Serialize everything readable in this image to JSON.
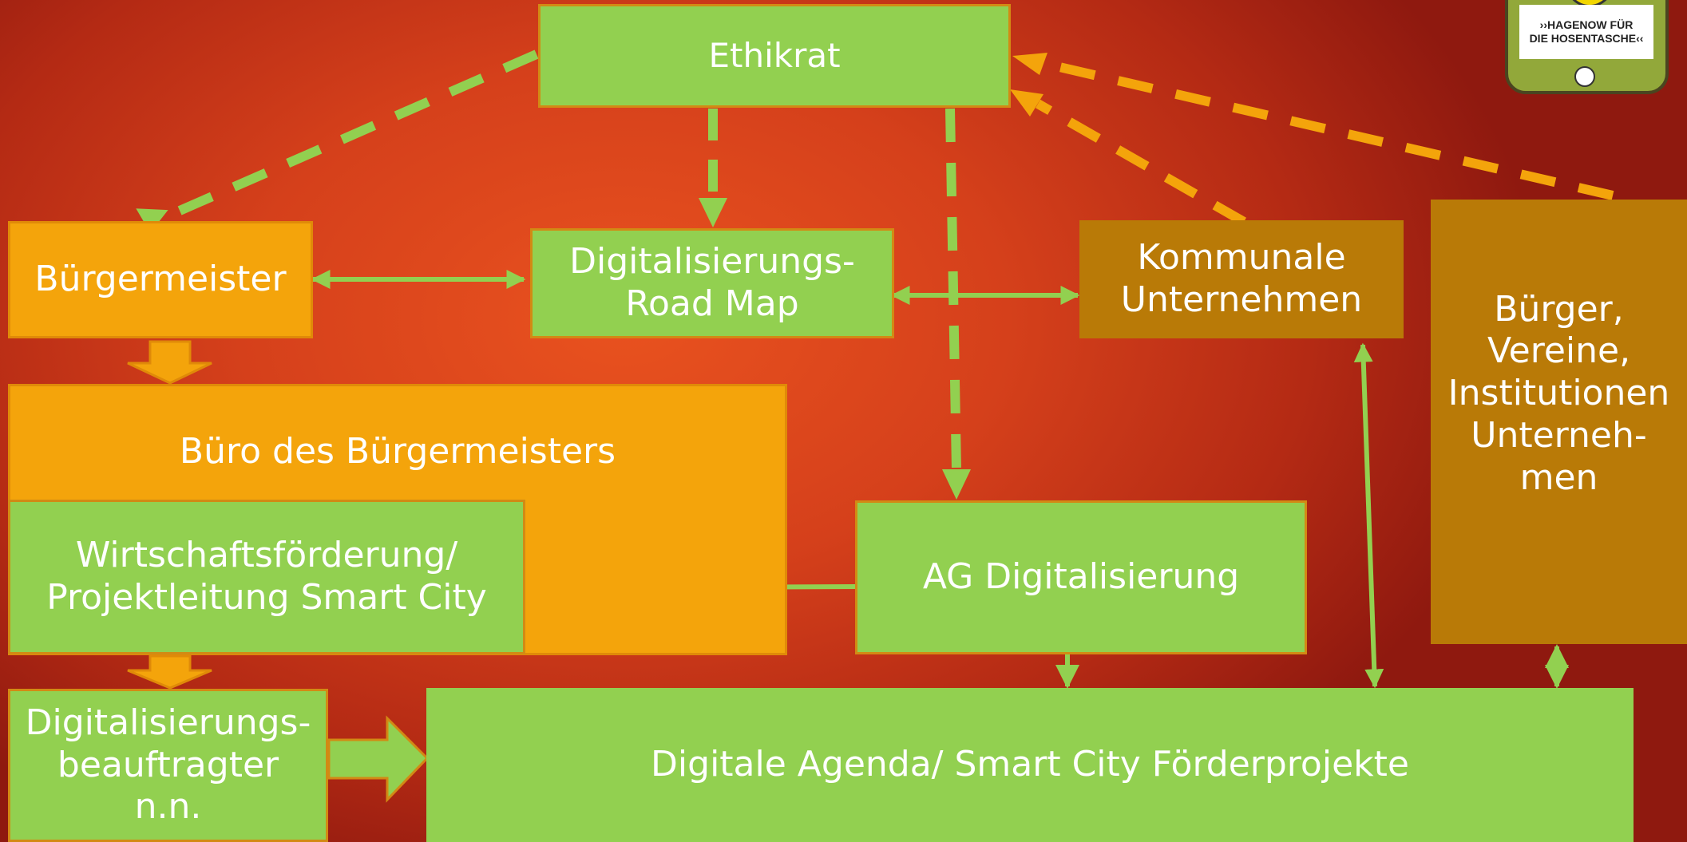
{
  "nodes": {
    "ethikrat": "Ethikrat",
    "buergermeister": "Bürgermeister",
    "roadmap": "Digitalisierungs-\nRoad Map",
    "kommunale": "Kommunale\nUnternehmen",
    "buerger": "Bürger,\nVereine,\nInstitutionen\nUnterneh-\nmen",
    "buero": "Büro des Bürgermeisters",
    "wirtschaft": "Wirtschaftsförderung/\nProjektleitung Smart City",
    "ag": "AG Digitalisierung",
    "beauftragter": "Digitalisierungs-\nbeauftragter\nn.n.",
    "agenda": "Digitale Agenda/ Smart City Förderprojekte"
  },
  "badge": {
    "text": "››HAGENOW FÜR\nDIE HOSENTASCHE‹‹"
  },
  "colors": {
    "green": "#92d050",
    "orange": "#f4a40b",
    "brown": "#b97a07",
    "dashed_orange": "#f4a40b",
    "background": "#d5401b"
  }
}
